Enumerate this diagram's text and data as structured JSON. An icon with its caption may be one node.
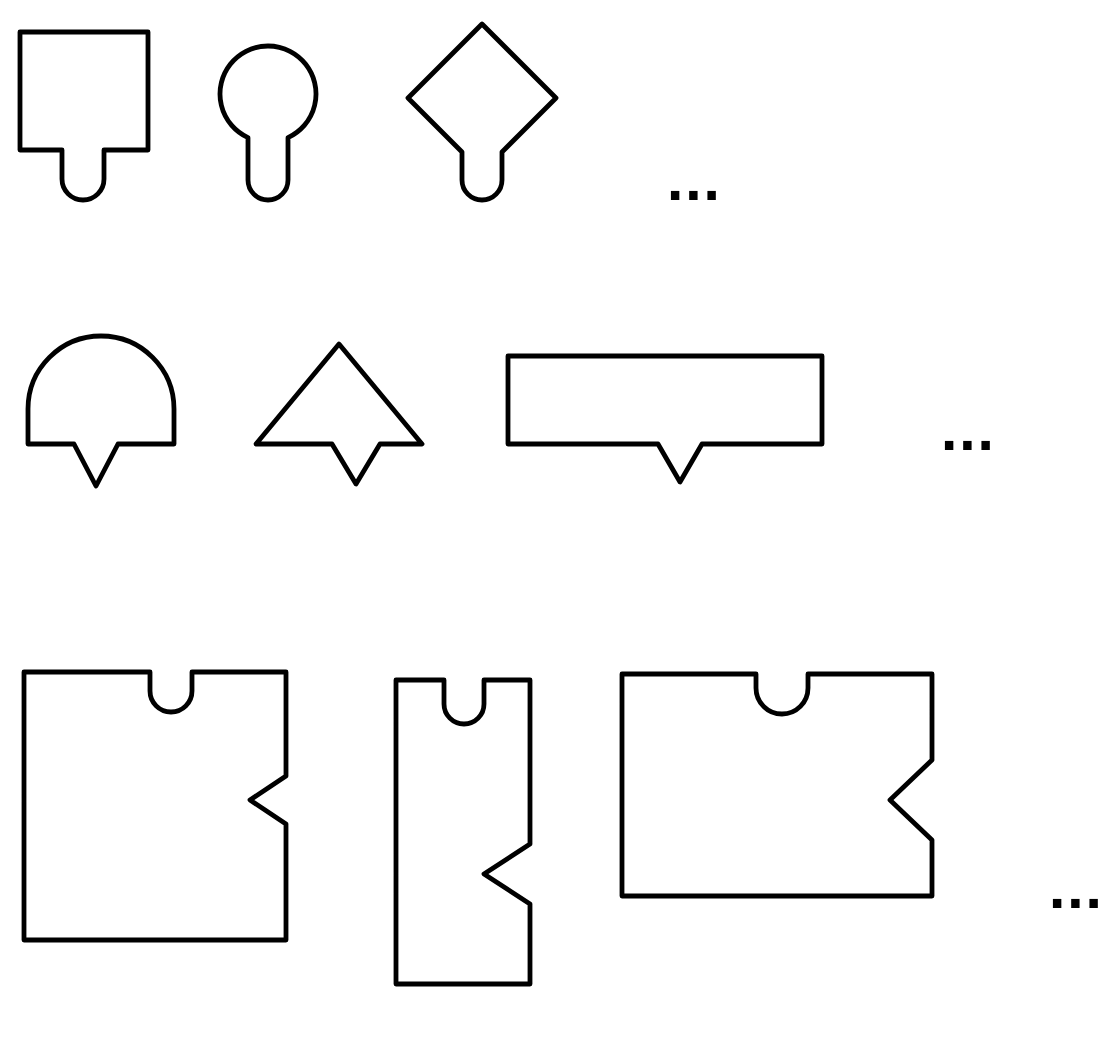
{
  "diagram": {
    "nodes": [
      {
        "text": [],
        "shape": "box"
      },
      {
        "text": [],
        "shape": "circle"
      },
      {
        "text": [],
        "shape": "diamond"
      },
      {
        "text": [],
        "shape": "dome"
      },
      {
        "text": [],
        "shape": "triangle"
      },
      {
        "text": [],
        "shape": "box"
      },
      {
        "text": [],
        "shape": "box"
      },
      {
        "text": [],
        "shape": "bar"
      },
      {
        "text": [],
        "shape": "box"
      }
    ],
    "labels": [
      "...",
      "...",
      "..."
    ]
  }
}
